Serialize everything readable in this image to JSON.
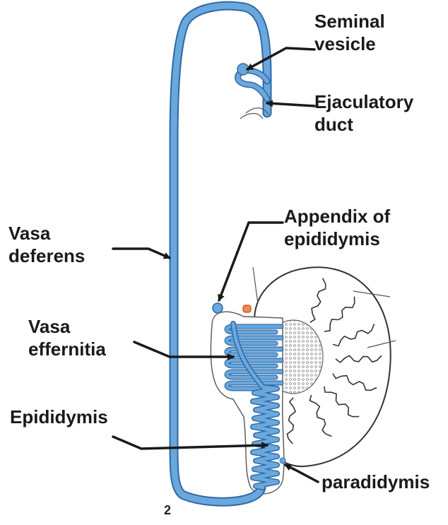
{
  "labels": {
    "seminal_vesicle": [
      "Seminal",
      "vesicle"
    ],
    "ejaculatory_duct": [
      "Ejaculatory",
      "duct"
    ],
    "vasa_deferens": [
      "Vasa",
      "deferens"
    ],
    "appendix_of_epididymis": [
      "Appendix of",
      "epididymis"
    ],
    "vasa_effernitia": [
      "Vasa",
      "effernitia"
    ],
    "epididymis": "Epididymis",
    "paradidymis": "paradidymis"
  },
  "page_mark": "2",
  "colors": {
    "duct_fill": "#6aa7dc",
    "duct_outline": "#2d6aa6",
    "appendix_blue": "#6aa7dc",
    "appendix_orange": "#f08b4c",
    "line": "#2a2a2a",
    "testis_lobule": "#333333"
  }
}
